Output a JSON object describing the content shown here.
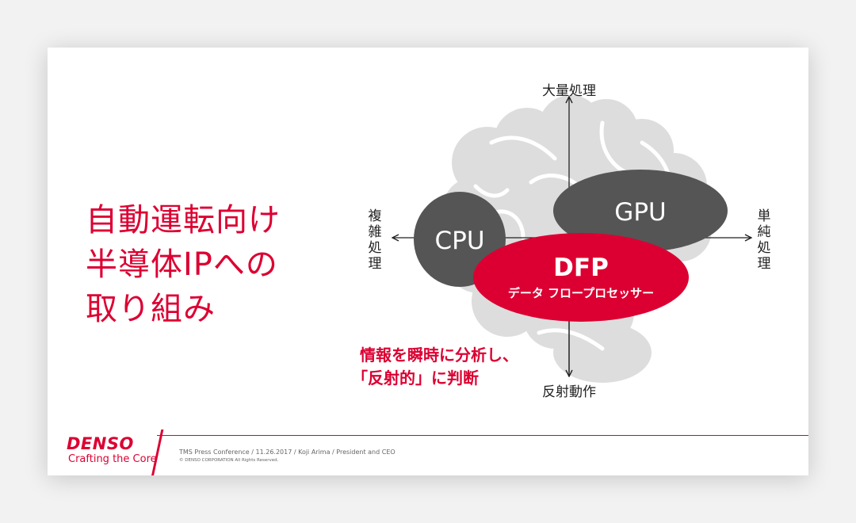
{
  "slide": {
    "headline_lines": [
      "自動運転向け",
      "半導体IPへの",
      "取り組み"
    ],
    "accent_color": "#dc0032"
  },
  "diagram": {
    "axis_top": "大量処理",
    "axis_bottom": "反射動作",
    "axis_left": [
      "複",
      "雑",
      "処",
      "理"
    ],
    "axis_right": [
      "単",
      "純",
      "処",
      "理"
    ],
    "cpu_label": "CPU",
    "gpu_label": "GPU",
    "dfp_label": "DFP",
    "dfp_sublabel": "データ フロープロセッサー",
    "note_lines": [
      "情報を瞬時に分析し、",
      "「反射的」に判断"
    ],
    "background_icon": "brain-icon"
  },
  "footer": {
    "logo": "DENSO",
    "tagline": "Crafting the Core",
    "meta": "TMS Press Conference / 11.26.2017 / Koji Arima  /  President and CEO",
    "copyright": "© DENSO CORPORATION All Rights Reserved."
  }
}
